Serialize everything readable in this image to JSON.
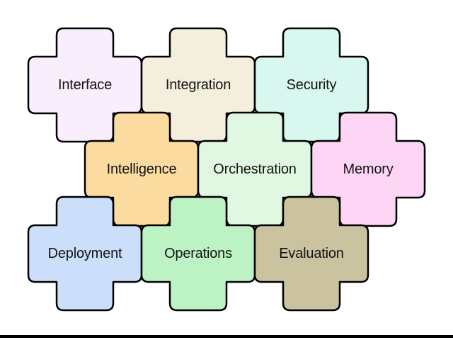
{
  "figure": {
    "background_color": "#ffffff",
    "outline_color": "#000000",
    "label_color": "#141414",
    "bottom_divider_color": "#000000",
    "tiles": [
      {
        "label": "Interface",
        "color": "#f8eefc"
      },
      {
        "label": "Integration",
        "color": "#f3efdc"
      },
      {
        "label": "Security",
        "color": "#d7f7ef"
      },
      {
        "label": "Intelligence",
        "color": "#fcdba0"
      },
      {
        "label": "Orchestration",
        "color": "#e0f7e2"
      },
      {
        "label": "Memory",
        "color": "#fed6f5"
      },
      {
        "label": "Deployment",
        "color": "#cbdffb"
      },
      {
        "label": "Operations",
        "color": "#bdf2c5"
      },
      {
        "label": "Evaluation",
        "color": "#cbc2a0"
      }
    ]
  }
}
